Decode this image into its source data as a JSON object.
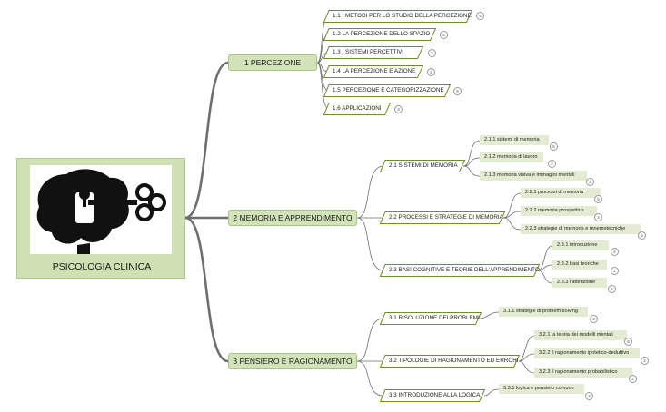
{
  "root": {
    "label": "PSICOLOGIA CLINICA",
    "image": "brain-key-icon"
  },
  "branches": [
    {
      "label": "1  PERCEZIONE",
      "children": [
        {
          "label": "1.1  I METODI PER LO STUDIO DELLA PERCEZIONE",
          "count": "5"
        },
        {
          "label": "1.2  LA PERCEZIONE DELLO SPAZIO",
          "count": "5"
        },
        {
          "label": "1.3  I SISTEMI PERCETTIVI",
          "count": "5"
        },
        {
          "label": "1.4  LA PERCEZIONE E AZIONE",
          "count": "4"
        },
        {
          "label": "1.5  PERCEZIONE E CATEGORIZZAZIONE",
          "count": "5"
        },
        {
          "label": "1.6  APPLICAZIONI",
          "count": "3"
        }
      ]
    },
    {
      "label": "2  MEMORIA E APPRENDIMENTO",
      "children": [
        {
          "label": "2.1  SISTEMI DI MEMORIA",
          "children": [
            {
              "label": "2.1.1   sistemi di memoria",
              "count": "5"
            },
            {
              "label": "2.1.2   memoria di lavoro",
              "count": "2"
            },
            {
              "label": "2.1.3   memoria visiva e immagini mentali",
              "count": "4"
            }
          ]
        },
        {
          "label": "2.2  PROCESSI E STRATEGIE DI MEMORIA",
          "children": [
            {
              "label": "2.2.1   processi di memoria",
              "count": "5"
            },
            {
              "label": "2.2.2   memoria prospettica",
              "count": "4"
            },
            {
              "label": "2.2.3   strategie di memoria e mnemotecniche",
              "count": "5"
            }
          ]
        },
        {
          "label": "2.3  BASI COGNITIVE E TEORIE DELL'APPRENDIMENTO",
          "children": [
            {
              "label": "2.3.1   introduzione",
              "count": "4"
            },
            {
              "label": "2.3.2   basi teoriche",
              "count": "2"
            },
            {
              "label": "2.3.3   l'attenzione",
              "count": "4"
            }
          ]
        }
      ]
    },
    {
      "label": "3  PENSIERO E RAGIONAMENTO",
      "children": [
        {
          "label": "3.1  RISOLUZIONE DEI PROBLEMI",
          "children": [
            {
              "label": "3.1.1   strategie di problem solving",
              "count": "3"
            }
          ]
        },
        {
          "label": "3.2  TIPOLOGIE DI RAGIONAMENTO ED ERRORI",
          "children": [
            {
              "label": "3.2.1   la teoria dei modelli mentali",
              "count": "6"
            },
            {
              "label": "3.2.2   il ragionamento ipotetico-deduttivo",
              "count": "2"
            },
            {
              "label": "3.2.3   il ragionamento probabilistico",
              "count": "2"
            }
          ]
        },
        {
          "label": "3.3  INTRODUZIONE ALLA LOGICA",
          "children": [
            {
              "label": "3.3.1   logica e pensiero comune",
              "count": "2"
            }
          ]
        }
      ]
    }
  ],
  "colors": {
    "line": "#6e6e6e",
    "node_fill": "#d3e3b9",
    "node_border": "#a9c285",
    "para_fill": "#ffffff",
    "para_border": "#6f8f2e",
    "leaf_fill": "#e3ecd2"
  }
}
